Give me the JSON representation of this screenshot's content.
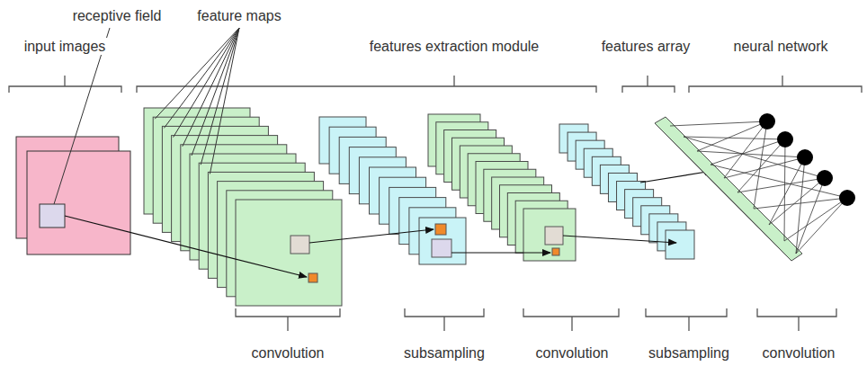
{
  "diagram": {
    "labels": [
      "receptive field",
      "feature maps",
      "input images",
      "features extraction module",
      "features array",
      "neural network",
      "convolution",
      "subsampling",
      "convolution",
      "subsampling",
      "convolution"
    ]
  }
}
